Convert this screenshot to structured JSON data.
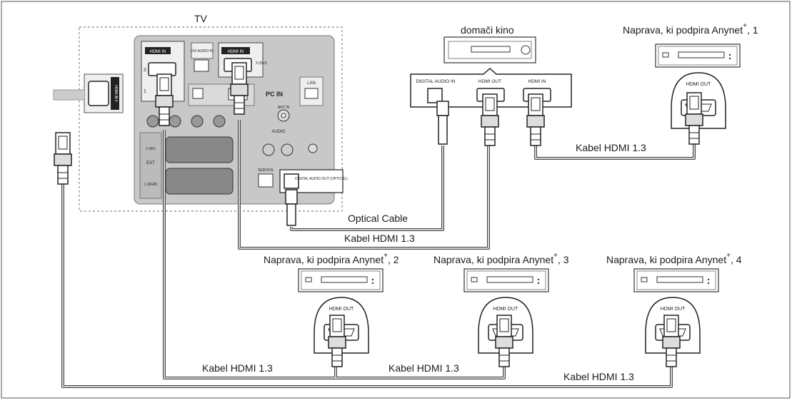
{
  "labels": {
    "tv": "TV",
    "home_theater": "domači kino",
    "device_prefix": "Naprava, ki podpira Anynet",
    "device_sup": "+",
    "device_1_suffix": ", 1",
    "device_2_suffix": ", 2",
    "device_3_suffix": ", 3",
    "device_4_suffix": ", 4",
    "optical_cable": "Optical Cable",
    "hdmi_cable": "Kabel HDMI 1.3"
  },
  "tv_panel": {
    "hdmi_in": "HDMI IN",
    "dvi_audio_in": "DVI AUDIO IN",
    "hdmi_in_3": "3 (DVI)",
    "hdmi_4": "HDMI IN 4",
    "pc_in": "PC IN",
    "lan": "LAN",
    "ant_in": "ANT IN",
    "audio": "AUDIO",
    "ext": "EXT",
    "ext_2": "2 (AV)",
    "ext_1": "1 (RGB)",
    "service": "SERVICE",
    "digital_audio_out": "DIGITAL AUDIO OUT (OPTICAL)",
    "port_1": "1",
    "port_2": "2"
  },
  "home_theater_panel": {
    "digital_audio_in": "DIGITAL AUDIO IN",
    "hdmi_out": "HDMI OUT",
    "hdmi_in": "HDMI IN"
  },
  "device_port_label": "HDMI OUT"
}
